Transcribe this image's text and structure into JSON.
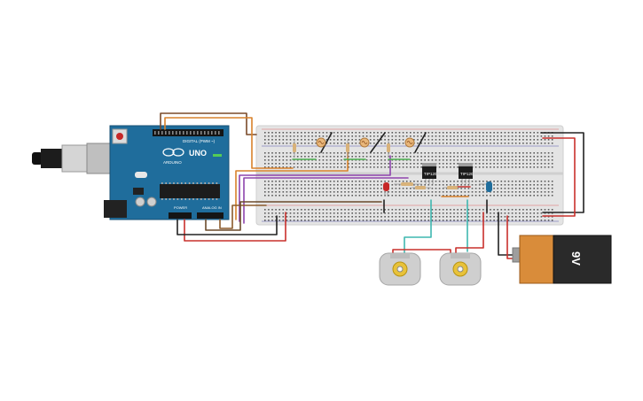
{
  "arduino": {
    "brand": "ARDUINO",
    "model": "UNO",
    "digital_label": "DIGITAL (PWM ~)",
    "power_label": "POWER",
    "analog_label": "ANALOG IN",
    "icon": "arduino-logo-icon"
  },
  "transistors": [
    {
      "label": "TIP120"
    },
    {
      "label": "TIP120"
    }
  ],
  "battery": {
    "label": "9V",
    "icon": "battery-icon"
  },
  "colors": {
    "board": "#1f6d9c",
    "breadboard": "#e4e4e4",
    "wire_red": "#c9302c",
    "wire_black": "#222222",
    "wire_orange": "#d9822b",
    "wire_purple": "#8e44ad",
    "wire_brown": "#8b5a2b",
    "wire_teal": "#3fb8b0",
    "wire_green": "#4caf50",
    "battery_orange": "#d98c3a"
  }
}
